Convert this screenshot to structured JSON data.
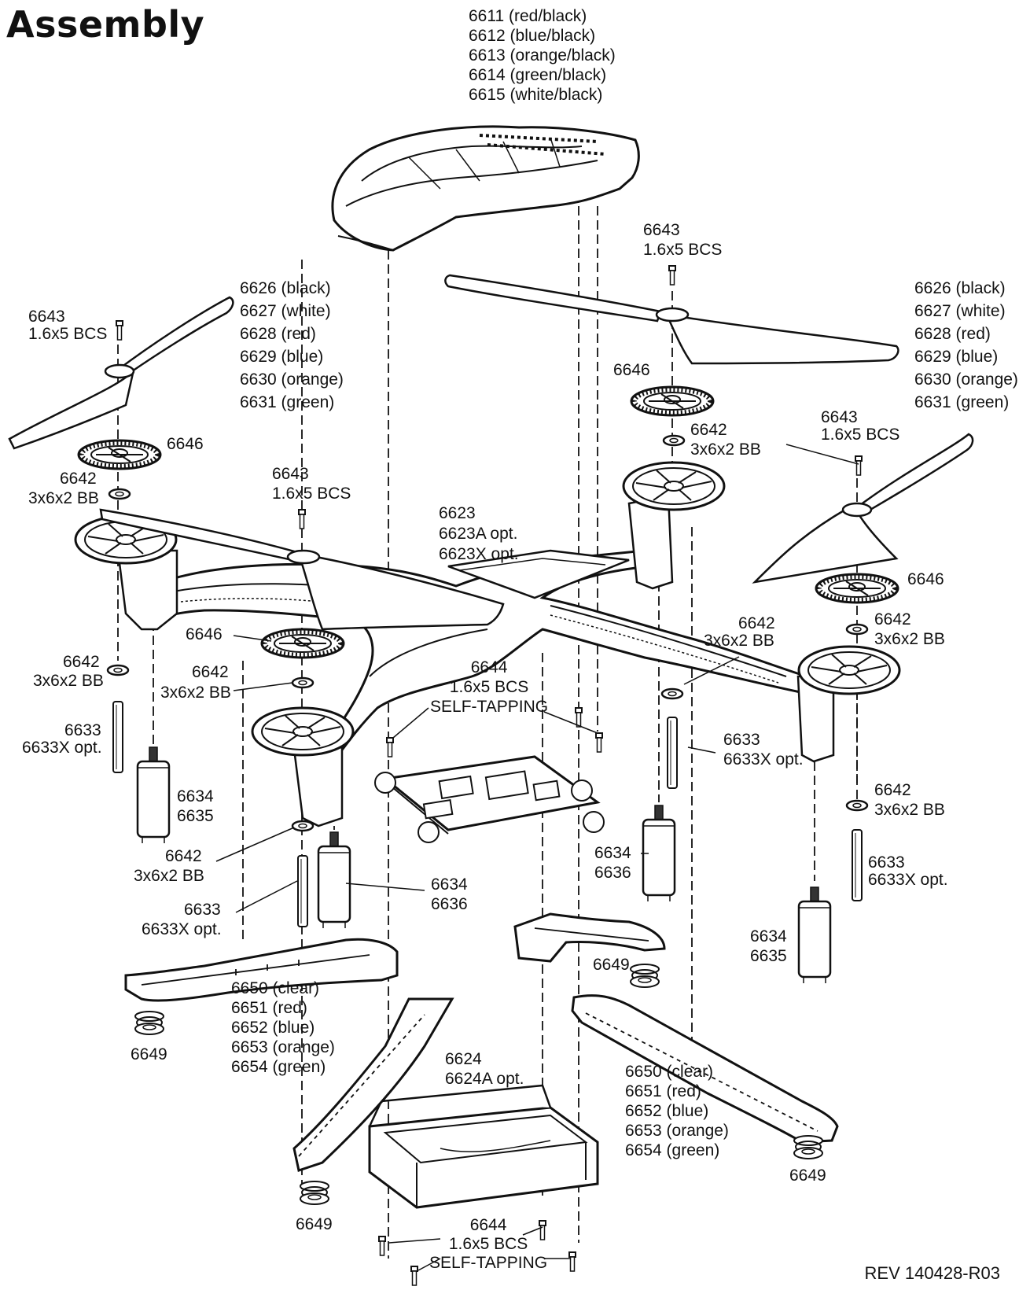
{
  "title": "Assembly",
  "revision": "REV 140428-R03",
  "labels": {
    "canopy": [
      "6611 (red/black)",
      "6612 (blue/black)",
      "6613 (orange/black)",
      "6614 (green/black)",
      "6615 (white/black)"
    ],
    "screw_top_center": [
      "6643",
      "1.6x5 BCS"
    ],
    "screw_left": [
      "6643",
      "1.6x5 BCS"
    ],
    "screw_mid": [
      "6643",
      "1.6x5 BCS"
    ],
    "screw_right": [
      "6643",
      "1.6x5 BCS"
    ],
    "rotor_left": [
      "6626 (black)",
      "6627 (white)",
      "6628 (red)",
      "6629 (blue)",
      "6630 (orange)",
      "6631 (green)"
    ],
    "rotor_right": [
      "6626 (black)",
      "6627 (white)",
      "6628 (red)",
      "6629 (blue)",
      "6630 (orange)",
      "6631 (green)"
    ],
    "gear_tl": "6646",
    "gear_tr": "6646",
    "gear_mid": "6646",
    "gear_right": "6646",
    "bearing_tl": [
      "6642",
      "3x6x2 BB"
    ],
    "bearing_tr": [
      "6642",
      "3x6x2 BB"
    ],
    "bearing_right_top": [
      "6642",
      "3x6x2 BB"
    ],
    "bearing_right_mid": [
      "6642",
      "3x6x2 BB"
    ],
    "bearing_left_low": [
      "6642",
      "3x6x2 BB"
    ],
    "bearing_mid": [
      "6642",
      "3x6x2 BB"
    ],
    "bearing_center_low": [
      "6642",
      "3x6x2 BB"
    ],
    "bearing_right_low": [
      "6642",
      "3x6x2 BB"
    ],
    "frame": [
      "6623",
      "6623A opt.",
      "6623X opt."
    ],
    "screw_self_tap_top": [
      "6644",
      "1.6x5 BCS",
      "SELF-TAPPING"
    ],
    "screw_self_tap_bottom": [
      "6644",
      "1.6x5 BCS",
      "SELF-TAPPING"
    ],
    "shaft_left": [
      "6633",
      "6633X opt."
    ],
    "shaft_right": [
      "6633",
      "6633X opt."
    ],
    "shaft_center": [
      "6633",
      "6633X opt."
    ],
    "shaft_far_right": [
      "6633",
      "6633X opt."
    ],
    "motor_left": [
      "6634",
      "6635"
    ],
    "motor_center": [
      "6634",
      "6636"
    ],
    "motor_right": [
      "6634",
      "6636"
    ],
    "motor_far_right": [
      "6634",
      "6635"
    ],
    "skid_left": [
      "6650 (clear)",
      "6651 (red)",
      "6652 (blue)",
      "6653 (orange)",
      "6654 (green)"
    ],
    "skid_right": [
      "6650 (clear)",
      "6651 (red)",
      "6652 (blue)",
      "6653 (orange)",
      "6654 (green)"
    ],
    "foot_left": "6649",
    "foot_center": "6649",
    "foot_bottom": "6649",
    "foot_right": "6649",
    "battery_tray": [
      "6624",
      "6624A opt."
    ]
  }
}
